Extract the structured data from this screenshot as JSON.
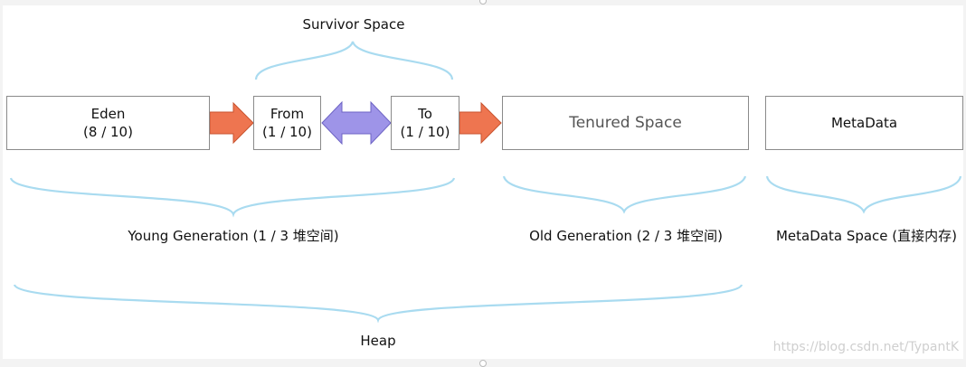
{
  "survivor_label": "Survivor Space",
  "boxes": {
    "eden": {
      "title": "Eden",
      "ratio": "(8 / 10)"
    },
    "from": {
      "title": "From",
      "ratio": "(1 / 10)"
    },
    "to": {
      "title": "To",
      "ratio": "(1 / 10)"
    },
    "tenured": {
      "title": "Tenured Space"
    },
    "metadata": {
      "title": "MetaData"
    }
  },
  "labels": {
    "young": "Young Generation (1 / 3 堆空间)",
    "old": "Old Generation (2 / 3 堆空间)",
    "meta": "MetaData Space (直接内存)",
    "heap": "Heap"
  },
  "watermark": "https://blog.csdn.net/TypantK",
  "colors": {
    "brace": "#a9dbf0",
    "arrow_orange": "#ee7550",
    "arrow_orange_edge": "#c8532f",
    "arrow_purple": "#9e94e8",
    "arrow_purple_edge": "#6d63c4"
  }
}
